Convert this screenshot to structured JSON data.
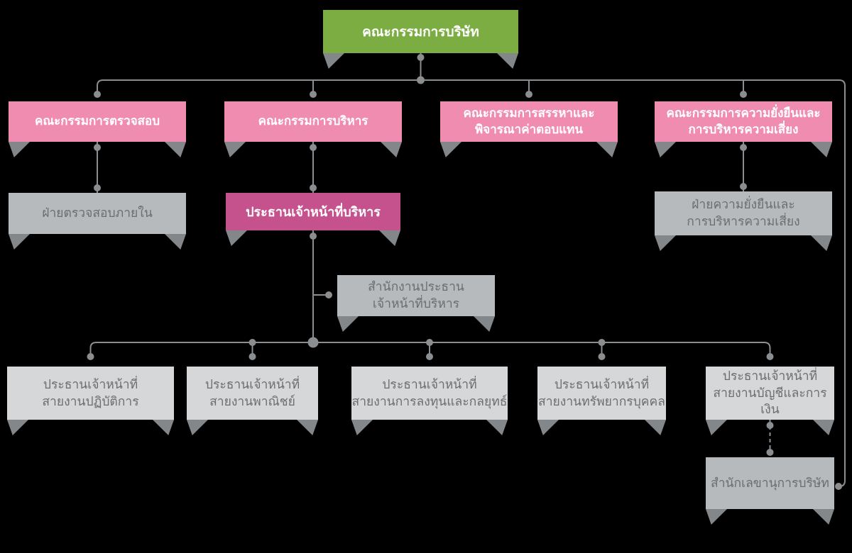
{
  "colors": {
    "background": "#000000",
    "board_green": "#7cad43",
    "committee_pink": "#f08cb0",
    "ceo_magenta": "#c5528c",
    "dept_gray": "#b7babc",
    "chief_gray": "#d6d7d8",
    "line_gray": "#8a8e90",
    "fold_gray": "#84878a",
    "gray_text": "#6b6e70"
  },
  "org": {
    "root": {
      "label": "คณะกรรมการบริษัท"
    },
    "committees": [
      {
        "label": "คณะกรรมการตรวจสอบ"
      },
      {
        "label": "คณะกรรมการบริหาร"
      },
      {
        "label": "คณะกรรมการสรรหาและ\nพิจารณาค่าตอบแทน"
      },
      {
        "label": "คณะกรรมการความยั่งยืนและ\nการบริหารความเสี่ยง"
      }
    ],
    "internal_audit": {
      "label": "ฝ่ายตรวจสอบภายใน"
    },
    "ceo": {
      "label": "ประธานเจ้าหน้าที่บริหาร"
    },
    "sustainability_risk_dept": {
      "label": "ฝ่ายความยั่งยืนและ\nการบริหารความเสี่ยง"
    },
    "ceo_office": {
      "label": "สำนักงานประธาน\nเจ้าหน้าที่บริหาร"
    },
    "chiefs": [
      {
        "label": "ประธานเจ้าหน้าที่\nสายงานปฏิบัติการ"
      },
      {
        "label": "ประธานเจ้าหน้าที่\nสายงานพาณิชย์"
      },
      {
        "label": "ประธานเจ้าหน้าที่\nสายงานการลงทุนและกลยุทธ์"
      },
      {
        "label": "ประธานเจ้าหน้าที่\nสายงานทรัพยากรบุคคล"
      },
      {
        "label": "ประธานเจ้าหน้าที่\nสายงานบัญชีและการเงิน"
      }
    ],
    "company_secretary": {
      "label": "สำนักเลขานุการบริษัท"
    }
  }
}
